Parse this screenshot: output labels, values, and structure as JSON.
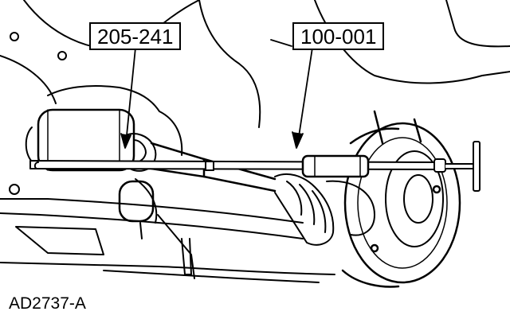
{
  "callouts": {
    "tool_left": "205-241",
    "tool_right": "100-001"
  },
  "figure_id": "AD2737-A",
  "colors": {
    "line": "#000000",
    "background": "#ffffff"
  }
}
